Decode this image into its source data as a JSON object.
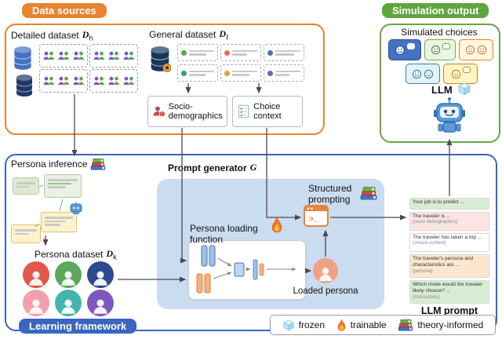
{
  "badges": {
    "data_sources": "Data sources",
    "simulation_output": "Simulation output",
    "learning_framework": "Learning framework"
  },
  "data_sources": {
    "detailed": {
      "label": "Detailed dataset",
      "sym": "D",
      "sub": "h"
    },
    "general": {
      "label": "General dataset",
      "sym": "D",
      "sub": "ℓ"
    },
    "socio_demographics": "Socio-demographics",
    "choice_context": "Choice context"
  },
  "simulation": {
    "title": "Simulated choices",
    "llm": "LLM"
  },
  "learning": {
    "persona_inference": "Persona inference",
    "persona_dataset": {
      "label": "Persona dataset",
      "sym": "D",
      "sub": "k"
    },
    "prompt_generator": {
      "label": "Prompt generator",
      "sym": "G"
    },
    "structured_prompting": "Structured prompting",
    "persona_loading": "Persona loading function",
    "loaded_persona": "Loaded persona",
    "llm_prompt": "LLM prompt"
  },
  "prompt_lines": [
    {
      "text": "Your job is to predict ...",
      "sub": "",
      "bg": "#d8ecd4"
    },
    {
      "text": "The traveler is ...",
      "sub": "(socio demographics)",
      "bg": "#fbe4e4"
    },
    {
      "text": "The traveler has taken a trip ...",
      "sub": "(choice context)",
      "bg": "#ffffff"
    },
    {
      "text": "The traveler's persona and characteristics are ...",
      "sub": "(persona)",
      "bg": "#fce6cf"
    },
    {
      "text": "Which mode would the traveler likely choose? ...",
      "sub": "(instructions)",
      "bg": "#d8ecd4"
    }
  ],
  "legend": {
    "frozen": "frozen",
    "trainable": "trainable",
    "theory_informed": "theory-informed"
  },
  "avatars": [
    "#e2574c",
    "#5ba85a",
    "#2e4a8f",
    "#f2a0ad",
    "#45b5ac",
    "#7e57c2"
  ],
  "loaded_persona_color": "#f0a184",
  "colors": {
    "orange": "#e8832e",
    "green": "#68a846",
    "blue": "#3a66c0",
    "inner_blue": "#cadcf0"
  }
}
